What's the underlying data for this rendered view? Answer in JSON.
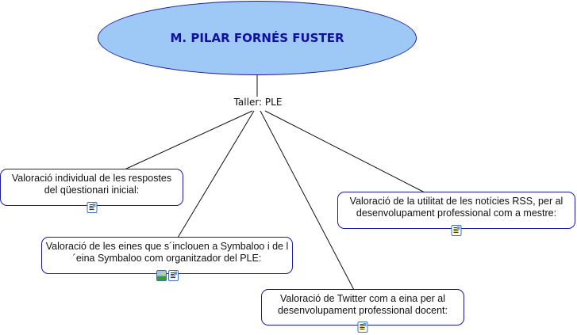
{
  "root": {
    "label": "M. PILAR FORNÉS FUSTER"
  },
  "link": {
    "label": "Taller: PLE"
  },
  "nodes": [
    {
      "label": "Valoració individual de les respostes del qüestionari inicial:",
      "icons": [
        "document-icon"
      ]
    },
    {
      "label": "Valoració de les eines que s´inclouen a Symbaloo i de l´eina Symbaloo com organitzador del PLE:",
      "icons": [
        "image-icon",
        "document-icon"
      ]
    },
    {
      "label": "Valoració de la utilitat de les notícies RSS, per al desenvolupament professional com a mestre:",
      "icons": [
        "document-icon"
      ]
    },
    {
      "label": "Valoració de Twitter com a eina per al desenvolupament professional docent:",
      "icons": [
        "document-icon"
      ]
    }
  ],
  "colors": {
    "root_fill": "#9ec9f7",
    "border": "#1a1aa0",
    "root_text": "#1010a0"
  }
}
